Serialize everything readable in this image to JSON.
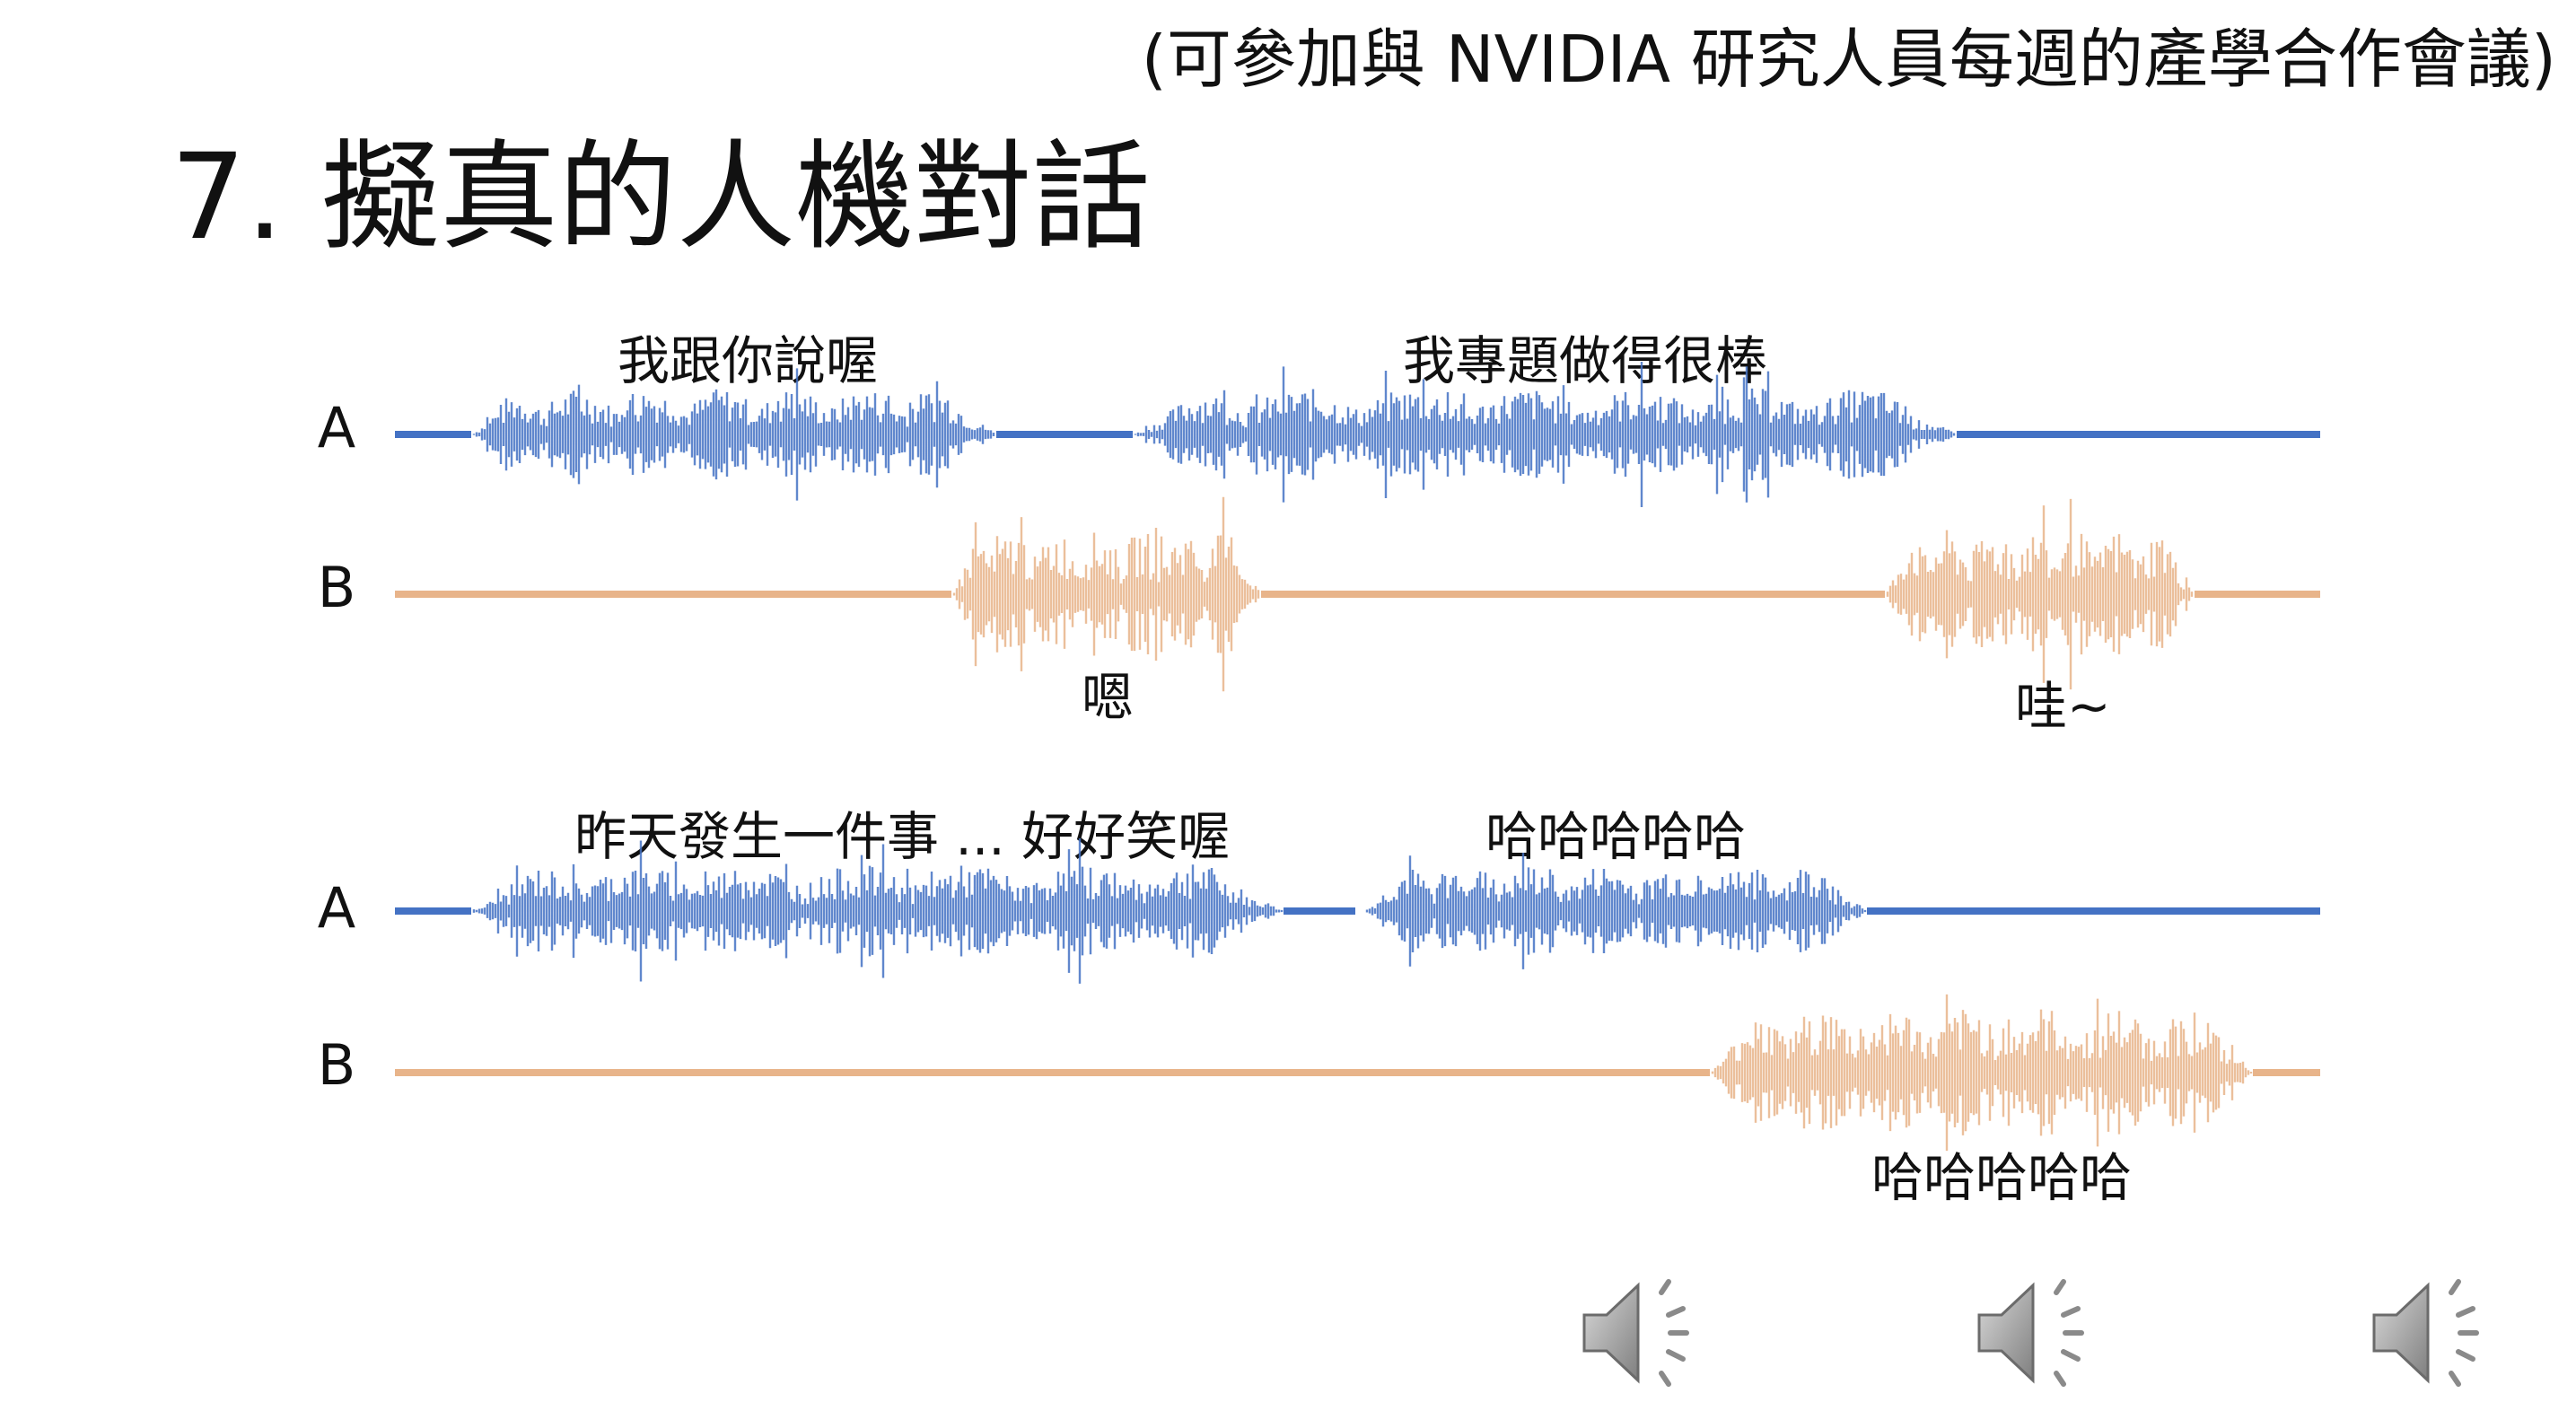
{
  "header_note": "(可參加與 NVIDIA 研究人員每週的產學合作會議)",
  "title": "7. 擬真的人機對話",
  "colors": {
    "speaker_a": "#4472C4",
    "speaker_b": "#E8B48A"
  },
  "example1": {
    "a_label": "A",
    "b_label": "B",
    "a_utterance_1": "我跟你說喔",
    "a_utterance_2": "我專題做得很棒",
    "b_backchannel_1": "嗯",
    "b_backchannel_2": "哇~"
  },
  "example2": {
    "a_label": "A",
    "b_label": "B",
    "a_utterance_1": "昨天發生一件事 ... 好好笑喔",
    "a_utterance_2": "哈哈哈哈哈",
    "b_utterance_1": "哈哈哈哈哈"
  },
  "audio_icons": [
    "speaker-icon",
    "speaker-icon",
    "speaker-icon"
  ]
}
